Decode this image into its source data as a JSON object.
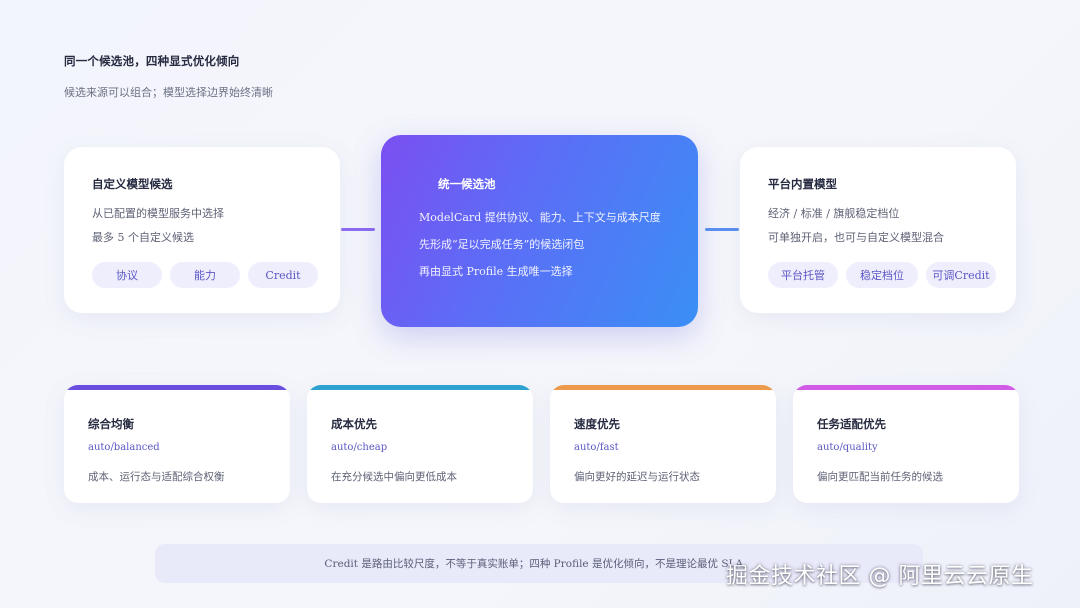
{
  "header": {
    "title": "同一个候选池，四种显式优化倾向",
    "subtitle": "候选来源可以组合；模型选择边界始终清晰"
  },
  "left_card": {
    "title": "自定义模型候选",
    "line1": "从已配置的模型服务中选择",
    "line2": "最多 5 个自定义候选",
    "chips": [
      "协议",
      "能力",
      "Credit"
    ]
  },
  "center_card": {
    "title": "统一候选池",
    "line1": "ModelCard 提供协议、能力、上下文与成本尺度",
    "line2": "先形成“足以完成任务”的候选闭包",
    "line3": "再由显式 Profile 生成唯一选择"
  },
  "right_card": {
    "title": "平台内置模型",
    "line1": "经济 / 标准 / 旗舰稳定档位",
    "line2": "可单独开启，也可与自定义模型混合",
    "chips": [
      "平台托管",
      "稳定档位",
      "可调Credit"
    ]
  },
  "strategies": [
    {
      "title": "综合均衡",
      "mode": "auto/balanced",
      "desc": "成本、运行态与适配综合权衡",
      "color": "#6a4ee0"
    },
    {
      "title": "成本优先",
      "mode": "auto/cheap",
      "desc": "在充分候选中偏向更低成本",
      "color": "#2fa3cf"
    },
    {
      "title": "速度优先",
      "mode": "auto/fast",
      "desc": "偏向更好的延迟与运行状态",
      "color": "#ee9a4c"
    },
    {
      "title": "任务适配优先",
      "mode": "auto/quality",
      "desc": "偏向更匹配当前任务的候选",
      "color": "#d15ae6"
    }
  ],
  "footer": {
    "note": "Credit 是路由比较尺度，不等于真实账单；四种 Profile 是优化倾向，不是理论最优 SLA。"
  },
  "watermark": "掘金技术社区 @ 阿里云云原生"
}
